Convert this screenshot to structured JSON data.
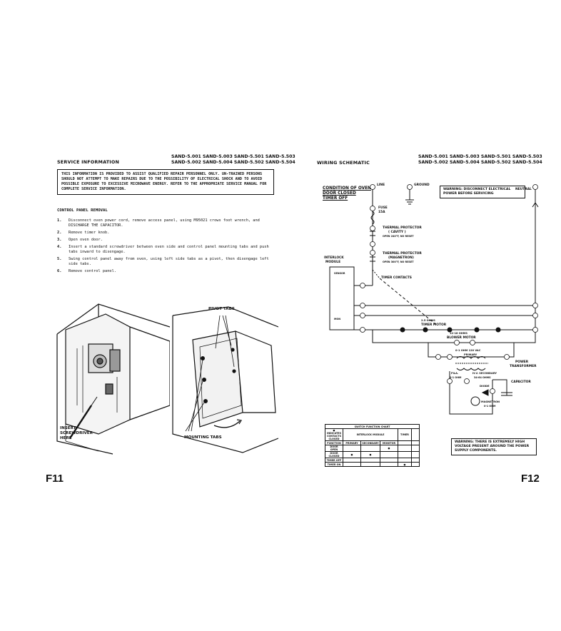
{
  "left_page": {
    "header": "SERVICE INFORMATION",
    "models_line1": "SAND-5.001  SAND-5.003  SAND-5.501  SAND-5.503",
    "models_line2": "SAND-5.002  SAND-5.004  SAND-5.502  SAND-5.504",
    "notice": "THIS INFORMATION IS PROVIDED TO ASSIST QUALIFIED REPAIR PERSONNEL ONLY.  UN-TRAINED PERSONS SHOULD NOT ATTEMPT TO MAKE REPAIRS DUE TO THE POSSIBILITY OF ELECTRICAL SHOCK AND TO AVOID POSSIBLE EXPOSURE TO EXCESSIVE MICROWAVE ENERGY. REFER TO THE APPROPRIATE SERVICE MANUAL FOR COMPLETE SERVICE INFORMATION.",
    "section_title": "CONTROL PANEL REMOVAL",
    "steps": [
      {
        "num": "1.",
        "text": "Disconnect oven power cord, remove access panel, using M95021 crows foot wrench, and DISCHARGE THE CAPACITOR."
      },
      {
        "num": "2.",
        "text": "Remove timer knob."
      },
      {
        "num": "3.",
        "text": "Open oven door."
      },
      {
        "num": "4.",
        "text": "Insert a standard screwdriver between oven side and control panel mounting tabs and push tabs inward to disengage."
      },
      {
        "num": "5.",
        "text": "Swing control panel away from oven, using left side tabs as a pivot, then disengage left side tabs."
      },
      {
        "num": "6.",
        "text": "Remove control panel."
      }
    ],
    "figure_labels": {
      "insert": "INSERT",
      "screwdriver": "SCREWDRIVER",
      "here": "HERE",
      "pivot_tabs": "PIVOT TABS",
      "mounting_tabs": "MOUNTING TABS"
    },
    "page_number": "F11"
  },
  "right_page": {
    "header": "WIRING SCHEMATIC",
    "models_line1": "SAND-5.001  SAND-5.003  SAND-5.501  SAND-5.503",
    "models_line2": "SAND-5.002  SAND-5.004  SAND-5.502  SAND-5.504",
    "condition_title": "CONDITION OF OVEN",
    "condition_1": "DOOR CLOSED",
    "condition_2": "TIMER OFF",
    "warning_top": "WARNING: DISCONNECT ELECTRICAL POWER BEFORE SERVICING",
    "warning_bottom": "WARNING: THERE IS EXTREMELY HIGH VOLTAGE PRESENT AROUND THE POWER SUPPLY COMPONENTS.",
    "labels": {
      "line": "LINE",
      "ground": "GROUND",
      "neutral": "NEUTRAL",
      "fuse": "FUSE",
      "fuse_rating": "15A",
      "tp_cavity": "THERMAL PROTECTOR",
      "tp_cavity_sub": "( CAVITY )",
      "tp_cavity_spec": "OPEN 240°F, NO RESET",
      "tp_mag": "THERMAL PROTECTOR",
      "tp_mag_sub": "(MAGNETRON)",
      "tp_mag_spec": "OPEN 300°F, NO RESET",
      "interlock": "INTERLOCK",
      "module": "MODULE",
      "sensor": "SENSOR",
      "timer_contacts": "TIMER CONTACTS",
      "timer_ohms": "2.5 OHMS",
      "timer_motor": "TIMER MOTOR",
      "blower_ohms": "12-18 OHMS",
      "blower_motor": "BLOWER MOTOR",
      "primary": "0-1 OHM  120 VAC",
      "primary_sub": "PRIMARY",
      "power": "POWER",
      "transformer": "TRANSFORMER",
      "fila": "FILA.",
      "fila_ohm": "0-1 OHM",
      "hv_secondary": "H.V. SECONDARY",
      "hv_ohms": "34-64 OHMS",
      "capacitor": "CAPACITOR",
      "diode": "DIODE",
      "magnetron": "MAGNETRON",
      "mag_ohm": "0-1 OHM",
      "mon": "MON"
    },
    "switch_chart": {
      "title": "SWITCH FUNCTION CHART",
      "header_1": "● INDICATES CONTACTS CLOSED",
      "header_2": "INTERLOCK MODULE",
      "header_3": "TIMER",
      "subheaders": [
        "PRIMARY",
        "SECONDARY",
        "MONITOR"
      ],
      "rows": [
        "FUNCTION",
        "DOOR OPEN",
        "DOOR CLOSED",
        "TIMER OFF",
        "TIMER ON"
      ]
    },
    "page_number": "F12"
  }
}
